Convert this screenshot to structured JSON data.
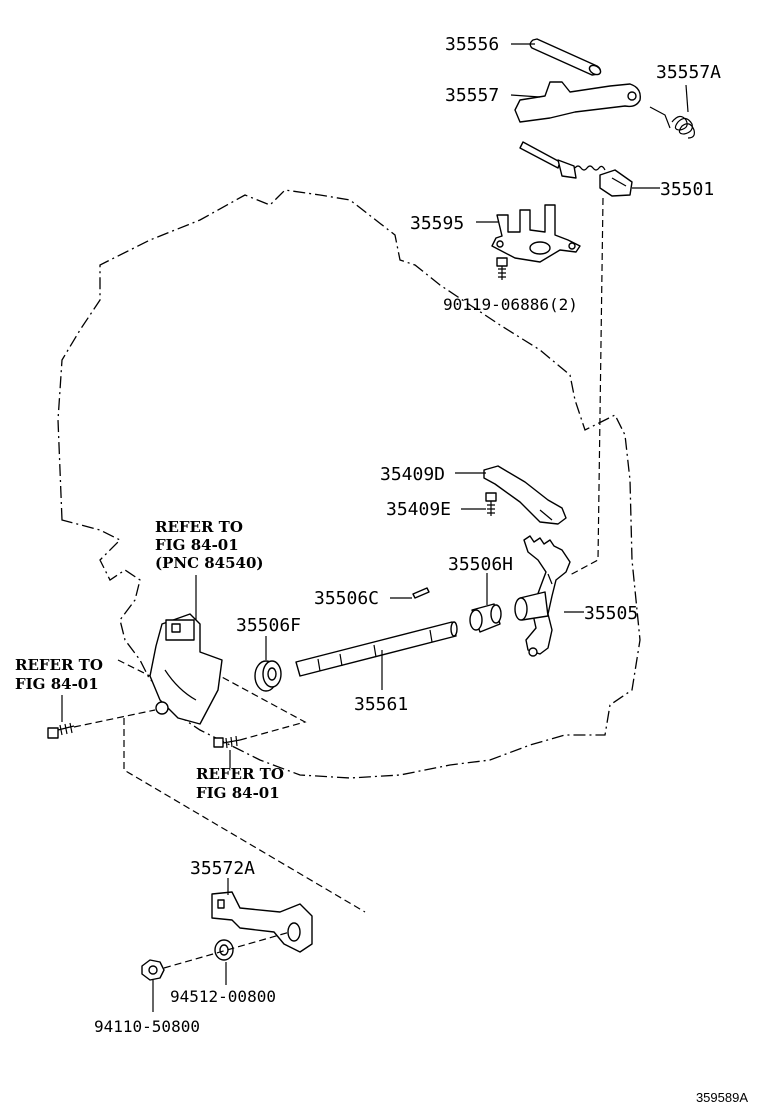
{
  "parts": {
    "p35556": "35556",
    "p35557": "35557",
    "p35557A": "35557A",
    "p35501": "35501",
    "p35595": "35595",
    "p90119": "90119-06886(2)",
    "p35409D": "35409D",
    "p35409E": "35409E",
    "p35506H": "35506H",
    "p35506C": "35506C",
    "p35505": "35505",
    "p35506F": "35506F",
    "p35561": "35561",
    "p35572A": "35572A",
    "p94512": "94512-00800",
    "p94110": "94110-50800"
  },
  "references": {
    "top_line1": "REFER TO",
    "top_line2": "FIG 84-01",
    "top_line3": "(PNC 84540)",
    "left_line1": "REFER TO",
    "left_line2": "FIG 84-01",
    "bottom_line1": "REFER TO",
    "bottom_line2": "FIG 84-01"
  },
  "figure_id": "359589A"
}
